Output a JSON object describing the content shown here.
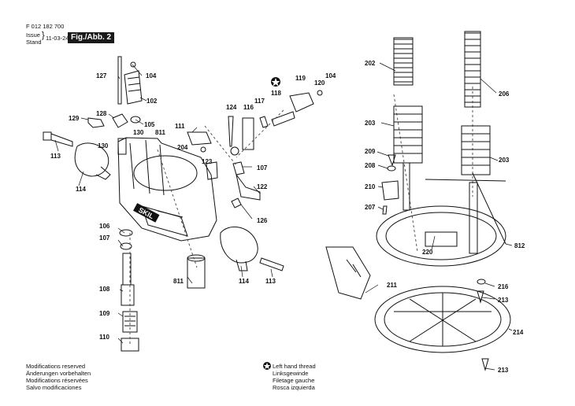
{
  "header": {
    "part_no": "F 012 182 700",
    "issue_label": "Issue",
    "stand_label": "Stand",
    "date": "11-03-24",
    "figure": "Fig./Abb. 2"
  },
  "footer_left": {
    "line1": "Modifications reserved",
    "line2": "Änderungen vorbehalten",
    "line3": "Modifications réservées",
    "line4": "Salvo modificaciones"
  },
  "footer_right": {
    "line1": "Left hand thread",
    "line2": "Linksgewinde",
    "line3": "Filetage gauche",
    "line4": "Rosca izquierda"
  },
  "brand": "SKIL",
  "parts": {
    "p127": "127",
    "p104a": "104",
    "p102": "102",
    "p128": "128",
    "p105": "105",
    "p129": "129",
    "p130a": "130",
    "p811a": "811",
    "p113a": "113",
    "p130b": "130",
    "p114a": "114",
    "p111": "111",
    "p204": "204",
    "p123": "123",
    "p124": "124",
    "p116": "116",
    "p117": "117",
    "p118": "118",
    "p119": "119",
    "p120": "120",
    "p104b": "104",
    "p107a": "107",
    "p122": "122",
    "p126": "126",
    "p106": "106",
    "p107b": "107",
    "p108": "108",
    "p109": "109",
    "p110": "110",
    "p811b": "811",
    "p114b": "114",
    "p113b": "113",
    "p202": "202",
    "p206": "206",
    "p203a": "203",
    "p203b": "203",
    "p209": "209",
    "p208": "208",
    "p210": "210",
    "p207": "207",
    "p220": "220",
    "p812": "812",
    "p211": "211",
    "p216": "216",
    "p213a": "213",
    "p214": "214",
    "p213b": "213"
  }
}
